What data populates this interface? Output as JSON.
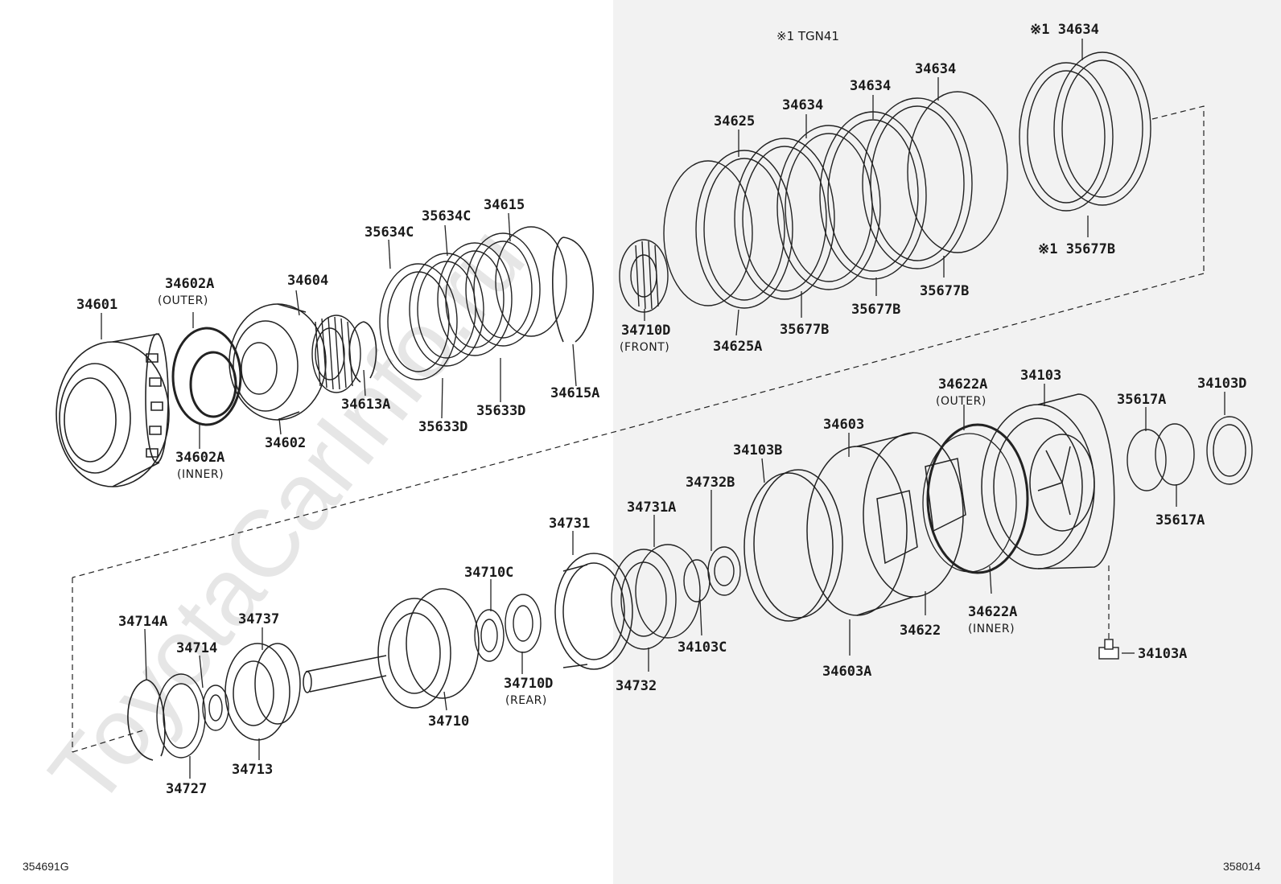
{
  "watermark": "ToyotaCarInfo.ru",
  "header": {
    "note": "※1  TGN41"
  },
  "footer": {
    "left_code": "354691G",
    "right_code": "358014"
  },
  "callouts": {
    "p34601": "34601",
    "p34602A_outer": "34602A",
    "p34602A_outer_sub": "(OUTER)",
    "p34602A_inner": "34602A",
    "p34602A_inner_sub": "(INNER)",
    "p34602": "34602",
    "p34604": "34604",
    "p34613A": "34613A",
    "p35634C_1": "35634C",
    "p35634C_2": "35634C",
    "p34615": "34615",
    "p35633D_1": "35633D",
    "p35633D_2": "35633D",
    "p34615A": "34615A",
    "p34710D_front": "34710D",
    "p34710D_front_sub": "(FRONT)",
    "p34625": "34625",
    "p34625A": "34625A",
    "p34634_1": "34634",
    "p34634_2": "34634",
    "p34634_3": "34634",
    "p34634_star": "※1 34634",
    "p35677B_1": "35677B",
    "p35677B_2": "35677B",
    "p35677B_3": "35677B",
    "p35677B_star": "※1 35677B",
    "p34622A_outer": "34622A",
    "p34622A_outer_sub": "(OUTER)",
    "p34622A_inner": "34622A",
    "p34622A_inner_sub": "(INNER)",
    "p34103": "34103",
    "p35617A_1": "35617A",
    "p35617A_2": "35617A",
    "p34103D": "34103D",
    "p34603": "34603",
    "p34603A": "34603A",
    "p34622": "34622",
    "p34103B": "34103B",
    "p34732B": "34732B",
    "p34731A": "34731A",
    "p34731": "34731",
    "p34732": "34732",
    "p34103C": "34103C",
    "p34103A": "34103A",
    "p34710C": "34710C",
    "p34710D_rear": "34710D",
    "p34710D_rear_sub": "(REAR)",
    "p34710": "34710",
    "p34714A": "34714A",
    "p34714": "34714",
    "p34737": "34737",
    "p34713": "34713",
    "p34727": "34727"
  }
}
